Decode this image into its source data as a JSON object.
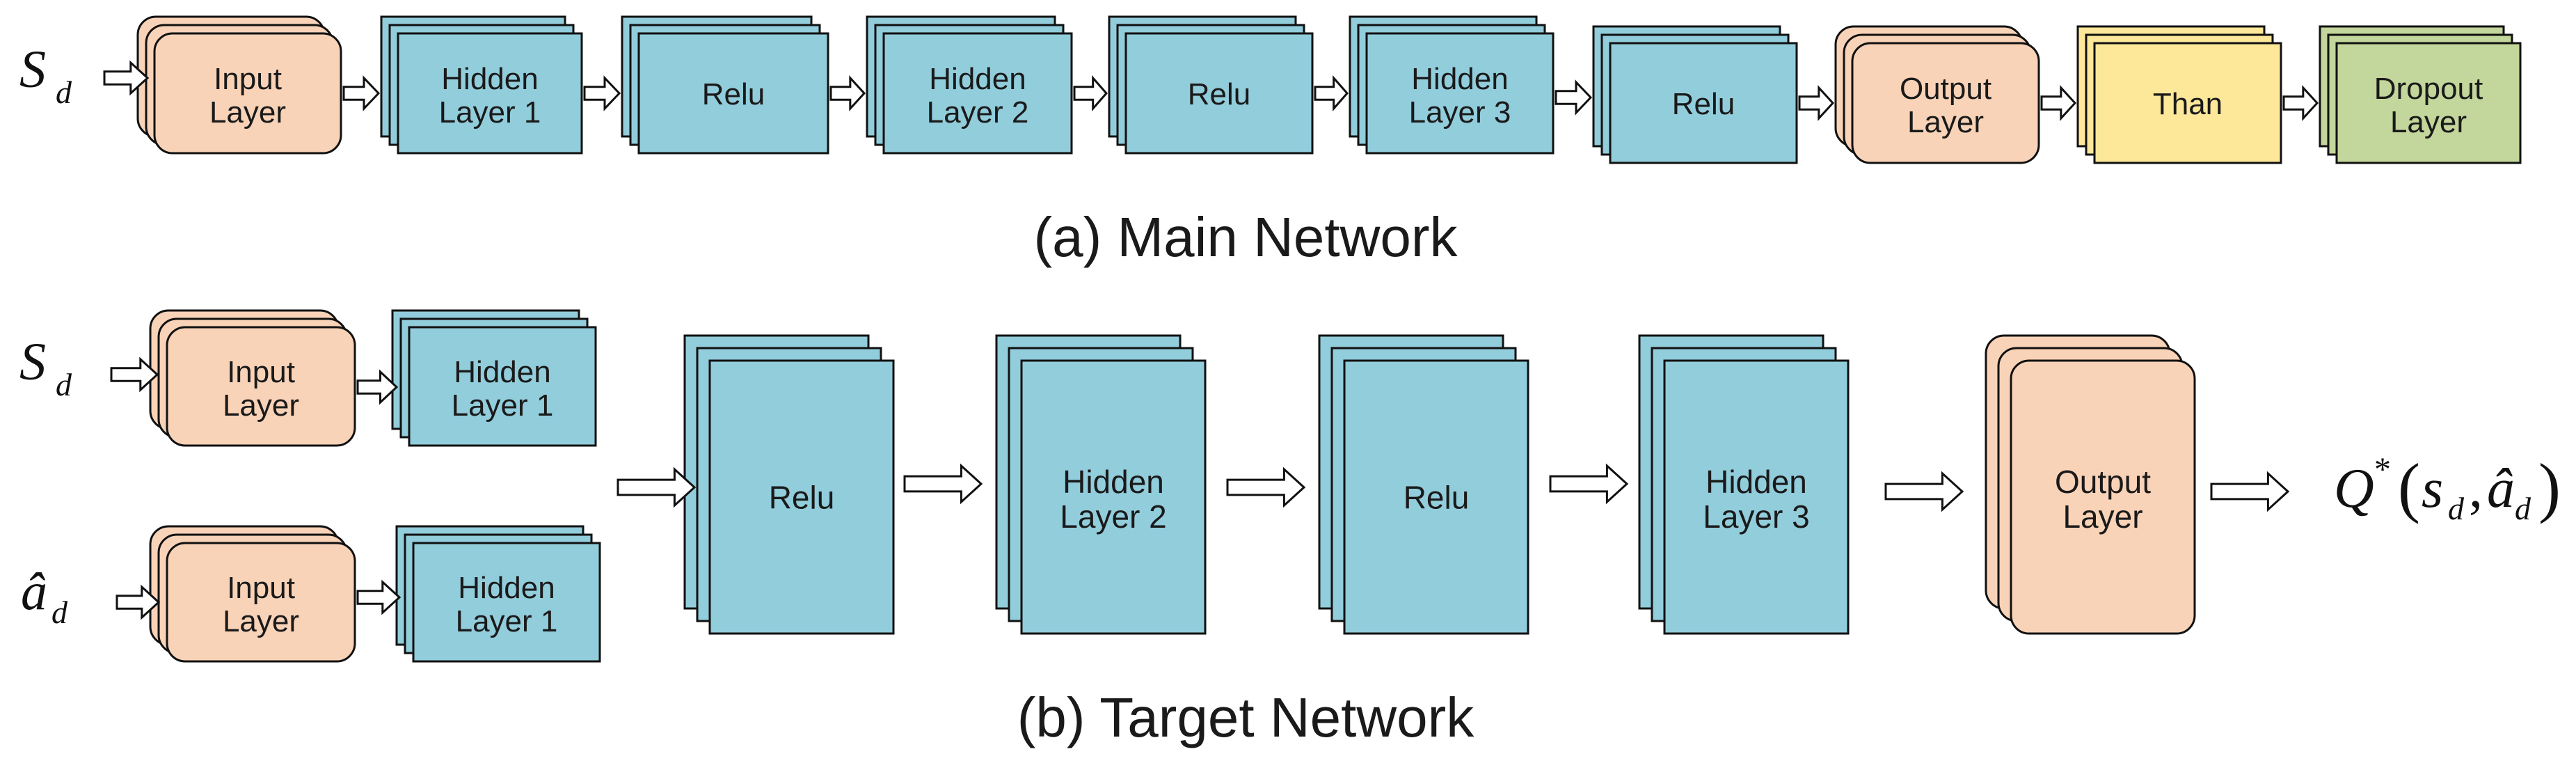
{
  "colors": {
    "input": "#f9d3b8",
    "hidden": "#92cddc",
    "than": "#fde89a",
    "dropout": "#c3d69b",
    "stroke": "#111111"
  },
  "main": {
    "caption": "(a) Main Network",
    "input_symbol": {
      "base": "S",
      "sub": "d"
    },
    "blocks": [
      {
        "key": "input",
        "line1": "Input",
        "line2": "Layer"
      },
      {
        "key": "hidden1",
        "line1": "Hidden",
        "line2": "Layer 1"
      },
      {
        "key": "relu1",
        "line1": "Relu",
        "line2": ""
      },
      {
        "key": "hidden2",
        "line1": "Hidden",
        "line2": "Layer 2"
      },
      {
        "key": "relu2",
        "line1": "Relu",
        "line2": ""
      },
      {
        "key": "hidden3",
        "line1": "Hidden",
        "line2": "Layer 3"
      },
      {
        "key": "relu3",
        "line1": "Relu",
        "line2": ""
      },
      {
        "key": "output",
        "line1": "Output",
        "line2": "Layer"
      },
      {
        "key": "than",
        "line1": "Than",
        "line2": ""
      },
      {
        "key": "dropout",
        "line1": "Dropout",
        "line2": "Layer"
      }
    ]
  },
  "target": {
    "caption": "(b) Target Network",
    "input_symbol_state": {
      "base": "S",
      "sub": "d"
    },
    "input_symbol_action": {
      "base": "â",
      "sub": "d"
    },
    "state_input": {
      "line1": "Input",
      "line2": "Layer"
    },
    "state_hidden": {
      "line1": "Hidden",
      "line2": "Layer 1"
    },
    "action_input": {
      "line1": "Input",
      "line2": "Layer"
    },
    "action_hidden": {
      "line1": "Hidden",
      "line2": "Layer 1"
    },
    "blocks": [
      {
        "key": "relu_a",
        "line1": "Relu",
        "line2": ""
      },
      {
        "key": "hidden2",
        "line1": "Hidden",
        "line2": "Layer 2"
      },
      {
        "key": "relu_b",
        "line1": "Relu",
        "line2": ""
      },
      {
        "key": "hidden3",
        "line1": "Hidden",
        "line2": "Layer 3"
      },
      {
        "key": "output",
        "line1": "Output",
        "line2": "Layer"
      }
    ],
    "output_formula": {
      "func": "Q",
      "sup": "*",
      "open": "(",
      "arg1": "s",
      "arg1_sub": "d",
      "comma": ",",
      "arg2": "â",
      "arg2_sub": "d",
      "close": ")"
    }
  }
}
